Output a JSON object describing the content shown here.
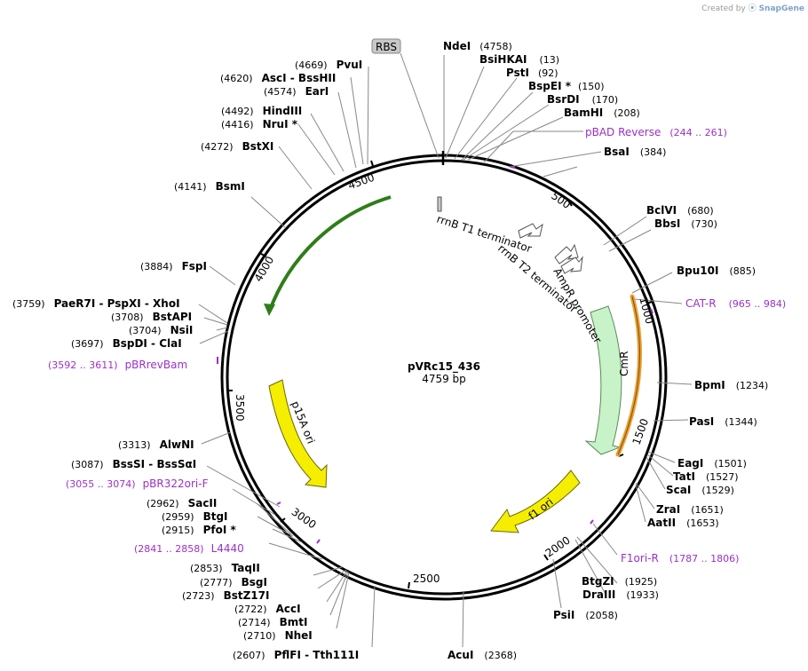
{
  "credit": {
    "prefix": "Created by",
    "brand": "SnapGene"
  },
  "map": {
    "name": "pVRc15_436",
    "length_label": "4759 bp",
    "length_bp": 4759
  },
  "colors": {
    "backbone": "#000000",
    "primer": "#9b30c8",
    "amp_feature": "#2f7d1a",
    "cmr_feature": "#c8f2c8",
    "ori_feature": "#f5ee00",
    "cat_r_feature": "#e8a030",
    "rbs_box": "#c8c8c8"
  },
  "ticks": [
    "500",
    "1000",
    "1500",
    "2000",
    "2500",
    "3000",
    "3500",
    "4000",
    "4500"
  ],
  "features": [
    {
      "id": "rbs",
      "label": "RBS",
      "icon": "rbs-box-icon"
    },
    {
      "id": "rrnb-t1",
      "label": "rrnB T1 terminator",
      "icon": "terminator-icon"
    },
    {
      "id": "rrnb-t2",
      "label": "rrnB T2 terminator",
      "icon": "terminator-icon"
    },
    {
      "id": "ampr-promoter",
      "label": "AmpR promoter",
      "icon": "promoter-arrow-icon"
    },
    {
      "id": "cmr",
      "label": "CmR",
      "icon": "cds-arrow-icon"
    },
    {
      "id": "f1-ori",
      "label": "f1 ori",
      "icon": "ori-arrow-icon"
    },
    {
      "id": "p15a-ori",
      "label": "p15A ori",
      "icon": "ori-arrow-icon"
    }
  ],
  "enzymes": [
    {
      "name": "NdeI",
      "pos": "(4758)"
    },
    {
      "name": "BsiHKAI",
      "pos": "(13)"
    },
    {
      "name": "PstI",
      "pos": "(92)"
    },
    {
      "name": "BspEI *",
      "pos": "(150)"
    },
    {
      "name": "BsrDI",
      "pos": "(170)"
    },
    {
      "name": "BamHI",
      "pos": "(208)"
    },
    {
      "name": "BsaI",
      "pos": "(384)"
    },
    {
      "name": "BclVI",
      "pos": "(680)"
    },
    {
      "name": "BbsI",
      "pos": "(730)"
    },
    {
      "name": "Bpu10I",
      "pos": "(885)"
    },
    {
      "name": "BpmI",
      "pos": "(1234)"
    },
    {
      "name": "PasI",
      "pos": "(1344)"
    },
    {
      "name": "EagI",
      "pos": "(1501)"
    },
    {
      "name": "TatI",
      "pos": "(1527)"
    },
    {
      "name": "ScaI",
      "pos": "(1529)"
    },
    {
      "name": "ZraI",
      "pos": "(1651)"
    },
    {
      "name": "AatII",
      "pos": "(1653)"
    },
    {
      "name": "BtgZI",
      "pos": "(1925)"
    },
    {
      "name": "DraIII",
      "pos": "(1933)"
    },
    {
      "name": "PsiI",
      "pos": "(2058)"
    },
    {
      "name": "AcuI",
      "pos": "(2368)"
    },
    {
      "name": "PflFI - Tth111I",
      "pos": "(2607)"
    },
    {
      "name": "NheI",
      "pos": "(2710)"
    },
    {
      "name": "BmtI",
      "pos": "(2714)"
    },
    {
      "name": "AccI",
      "pos": "(2722)"
    },
    {
      "name": "BstZ17I",
      "pos": "(2723)"
    },
    {
      "name": "BsgI",
      "pos": "(2777)"
    },
    {
      "name": "TaqII",
      "pos": "(2853)"
    },
    {
      "name": "PfoI *",
      "pos": "(2915)"
    },
    {
      "name": "BtgI",
      "pos": "(2959)"
    },
    {
      "name": "SacII",
      "pos": "(2962)"
    },
    {
      "name": "BssSI - BssSαI",
      "pos": "(3087)"
    },
    {
      "name": "AlwNI",
      "pos": "(3313)"
    },
    {
      "name": "BspDI - ClaI",
      "pos": "(3697)"
    },
    {
      "name": "NsiI",
      "pos": "(3704)"
    },
    {
      "name": "BstAPI",
      "pos": "(3708)"
    },
    {
      "name": "PaeR7I - PspXI - XhoI",
      "pos": "(3759)"
    },
    {
      "name": "FspI",
      "pos": "(3884)"
    },
    {
      "name": "BsmI",
      "pos": "(4141)"
    },
    {
      "name": "BstXI",
      "pos": "(4272)"
    },
    {
      "name": "NruI *",
      "pos": "(4416)"
    },
    {
      "name": "HindIII",
      "pos": "(4492)"
    },
    {
      "name": "EarI",
      "pos": "(4574)"
    },
    {
      "name": "AscI - BssHII",
      "pos": "(4620)"
    },
    {
      "name": "PvuI",
      "pos": "(4669)"
    }
  ],
  "primers": [
    {
      "name": "pBAD Reverse",
      "range": "(244 .. 261)"
    },
    {
      "name": "CAT-R",
      "range": "(965 .. 984)"
    },
    {
      "name": "F1ori-R",
      "range": "(1787 .. 1806)"
    },
    {
      "name": "L4440",
      "range": "(2841 .. 2858)"
    },
    {
      "name": "pBR322ori-F",
      "range": "(3055 .. 3074)"
    },
    {
      "name": "pBRrevBam",
      "range": "(3592 .. 3611)"
    }
  ]
}
